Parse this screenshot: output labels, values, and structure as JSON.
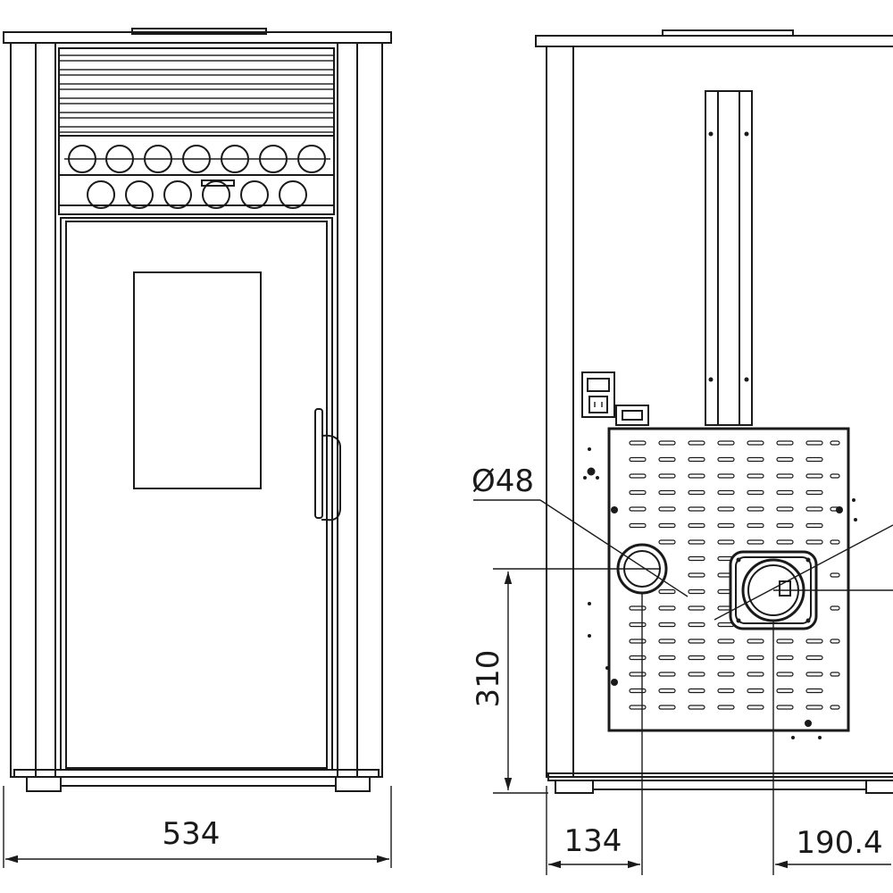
{
  "dimensions": {
    "front_width": "534",
    "flue_diameter": "Ø48",
    "flue_height": "310",
    "flue_offset_left": "134",
    "outlet_offset": "190.4"
  }
}
